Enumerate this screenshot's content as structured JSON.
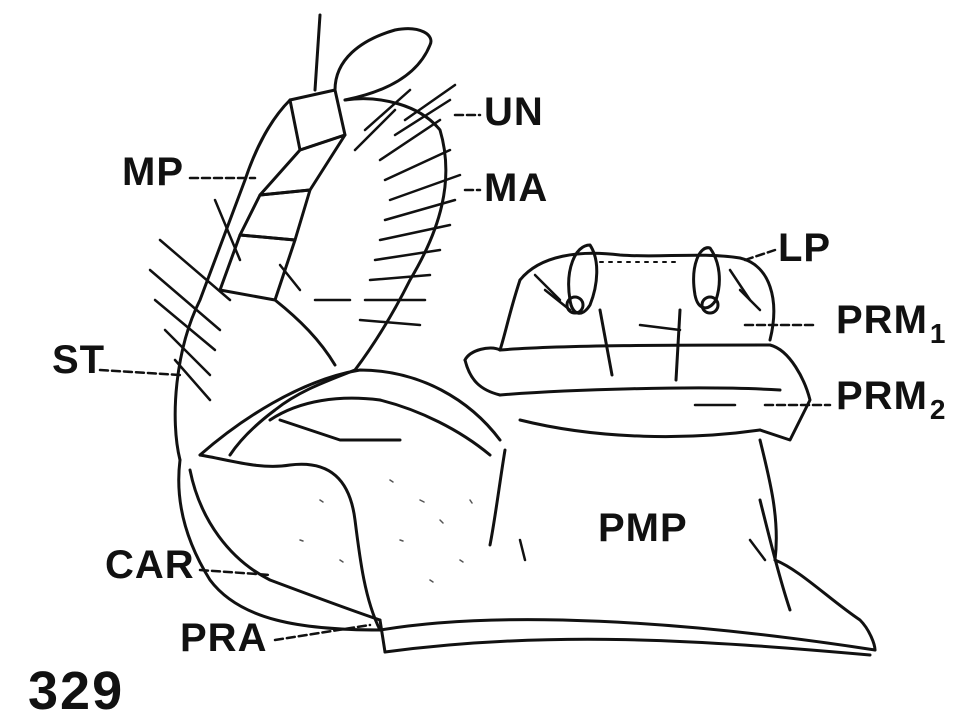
{
  "figure_number": "329",
  "labels": {
    "un": "UN",
    "ma": "MA",
    "mp": "MP",
    "lp": "LP",
    "prm1": "PRM",
    "prm1_sub": "1",
    "prm2": "PRM",
    "prm2_sub": "2",
    "st": "ST",
    "pmp": "PMP",
    "car": "CAR",
    "pra": "PRA"
  },
  "colors": {
    "ink": "#111111",
    "background": "#ffffff"
  }
}
